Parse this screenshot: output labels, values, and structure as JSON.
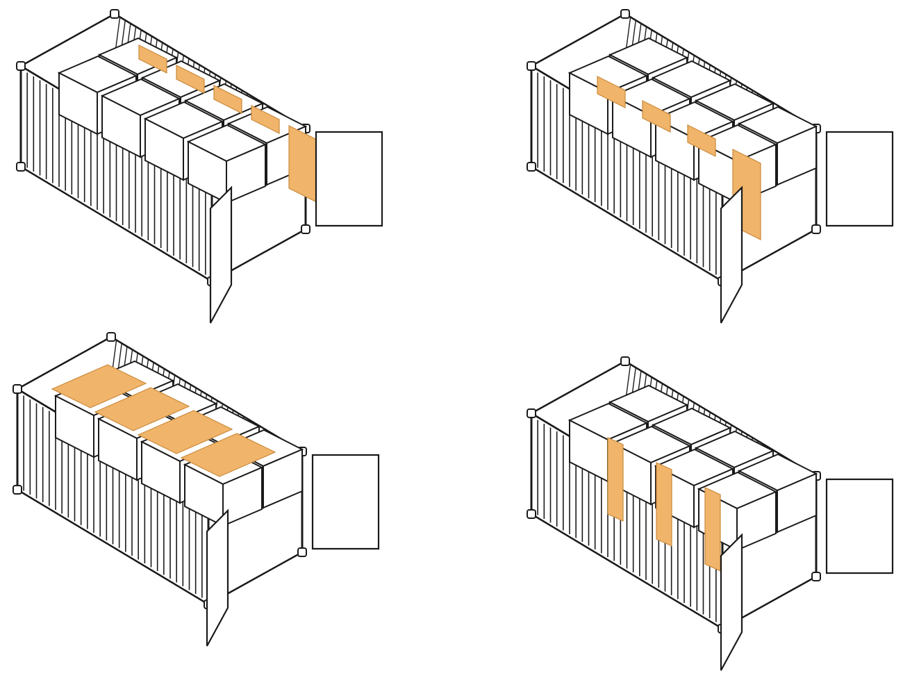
{
  "colors": {
    "background": "#ffffff",
    "outline": "#1a1a1a",
    "cargo_fill": "#ffffff",
    "dunnage_fill": "#f0b46a",
    "dunnage_edge": "#c98a3c"
  },
  "panels": [
    {
      "dunnage_placement": "side-wall",
      "pallet_rows": 2
    },
    {
      "dunnage_placement": "between-rows",
      "pallet_rows": 2
    },
    {
      "dunnage_placement": "top",
      "pallet_rows": 2
    },
    {
      "dunnage_placement": "between-stacks",
      "pallet_rows": 2
    }
  ]
}
